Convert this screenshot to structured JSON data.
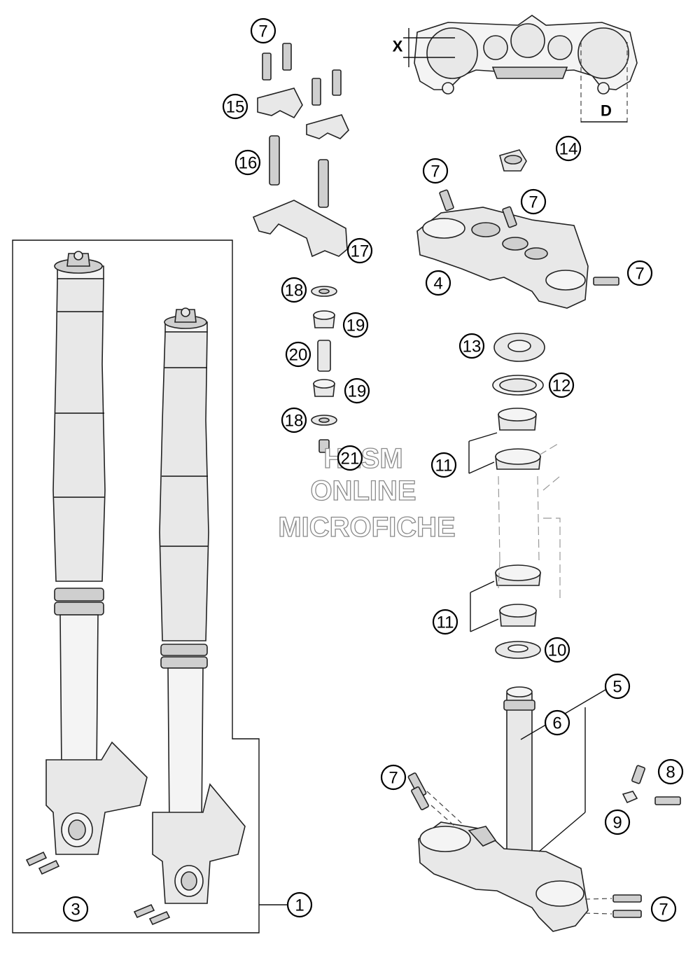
{
  "diagram": {
    "callouts": [
      {
        "id": "c7a",
        "label": "7"
      },
      {
        "id": "c15",
        "label": "15"
      },
      {
        "id": "c16",
        "label": "16"
      },
      {
        "id": "c17",
        "label": "17"
      },
      {
        "id": "c14",
        "label": "14"
      },
      {
        "id": "c7b",
        "label": "7"
      },
      {
        "id": "c7c",
        "label": "7"
      },
      {
        "id": "c4",
        "label": "4"
      },
      {
        "id": "c7d",
        "label": "7"
      },
      {
        "id": "c18a",
        "label": "18"
      },
      {
        "id": "c19a",
        "label": "19"
      },
      {
        "id": "c20",
        "label": "20"
      },
      {
        "id": "c19b",
        "label": "19"
      },
      {
        "id": "c18b",
        "label": "18"
      },
      {
        "id": "c21",
        "label": "21"
      },
      {
        "id": "c13",
        "label": "13"
      },
      {
        "id": "c12",
        "label": "12"
      },
      {
        "id": "c11a",
        "label": "11"
      },
      {
        "id": "c11b",
        "label": "11"
      },
      {
        "id": "c10",
        "label": "10"
      },
      {
        "id": "c5",
        "label": "5"
      },
      {
        "id": "c6",
        "label": "6"
      },
      {
        "id": "c7e",
        "label": "7"
      },
      {
        "id": "c8",
        "label": "8"
      },
      {
        "id": "c9",
        "label": "9"
      },
      {
        "id": "c7f",
        "label": "7"
      },
      {
        "id": "c1",
        "label": "1"
      },
      {
        "id": "c3",
        "label": "3"
      }
    ],
    "dimension_labels": {
      "x": "X",
      "d": "D"
    },
    "watermark": {
      "line1": "HLSM",
      "line2": "ONLINE",
      "line3": "MICROFICHE"
    }
  }
}
